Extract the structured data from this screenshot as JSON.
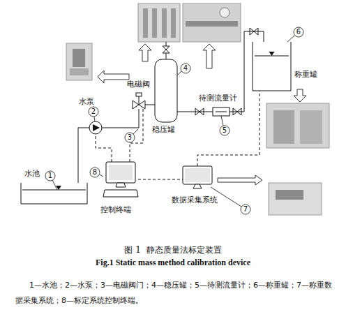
{
  "diagram": {
    "caption": "图 1  静态质量法标定装置",
    "nodes": [
      {
        "text": [
          "水池"
        ]
      },
      {
        "text": [
          "水泵"
        ]
      },
      {
        "text": [
          "电磁阀"
        ]
      },
      {
        "text": [
          "稳压罐"
        ]
      },
      {
        "text": [
          "待测流量计"
        ]
      },
      {
        "text": [
          "称重罐"
        ]
      },
      {
        "text": [
          "控制终端"
        ]
      },
      {
        "text": [
          "数据采集系统"
        ]
      }
    ],
    "edges": [
      {
        "from": 0,
        "to": 1,
        "arrow": "none"
      },
      {
        "from": 1,
        "to": 2,
        "arrow": "none"
      },
      {
        "from": 2,
        "to": 3,
        "arrow": "none"
      },
      {
        "from": 3,
        "to": 4,
        "arrow": "none"
      },
      {
        "from": 4,
        "to": 5,
        "arrow": "none"
      },
      {
        "from": 6,
        "to": 1,
        "arrow": "none"
      },
      {
        "from": 6,
        "to": 2,
        "arrow": "none"
      },
      {
        "from": 7,
        "to": 5,
        "arrow": "none"
      },
      {
        "from": 6,
        "to": 7,
        "arrow": "none"
      }
    ],
    "labels": [
      "1",
      "2",
      "3",
      "4",
      "5",
      "6",
      "7",
      "8",
      "Fig.1 Static mass method calibration device",
      "1—水池；2—水泵；3—电磁阀门；4—稳压罐；5—待测流量计；6—称重罐；7—称重数据采集系统；8—标定系统控制终端。"
    ]
  }
}
